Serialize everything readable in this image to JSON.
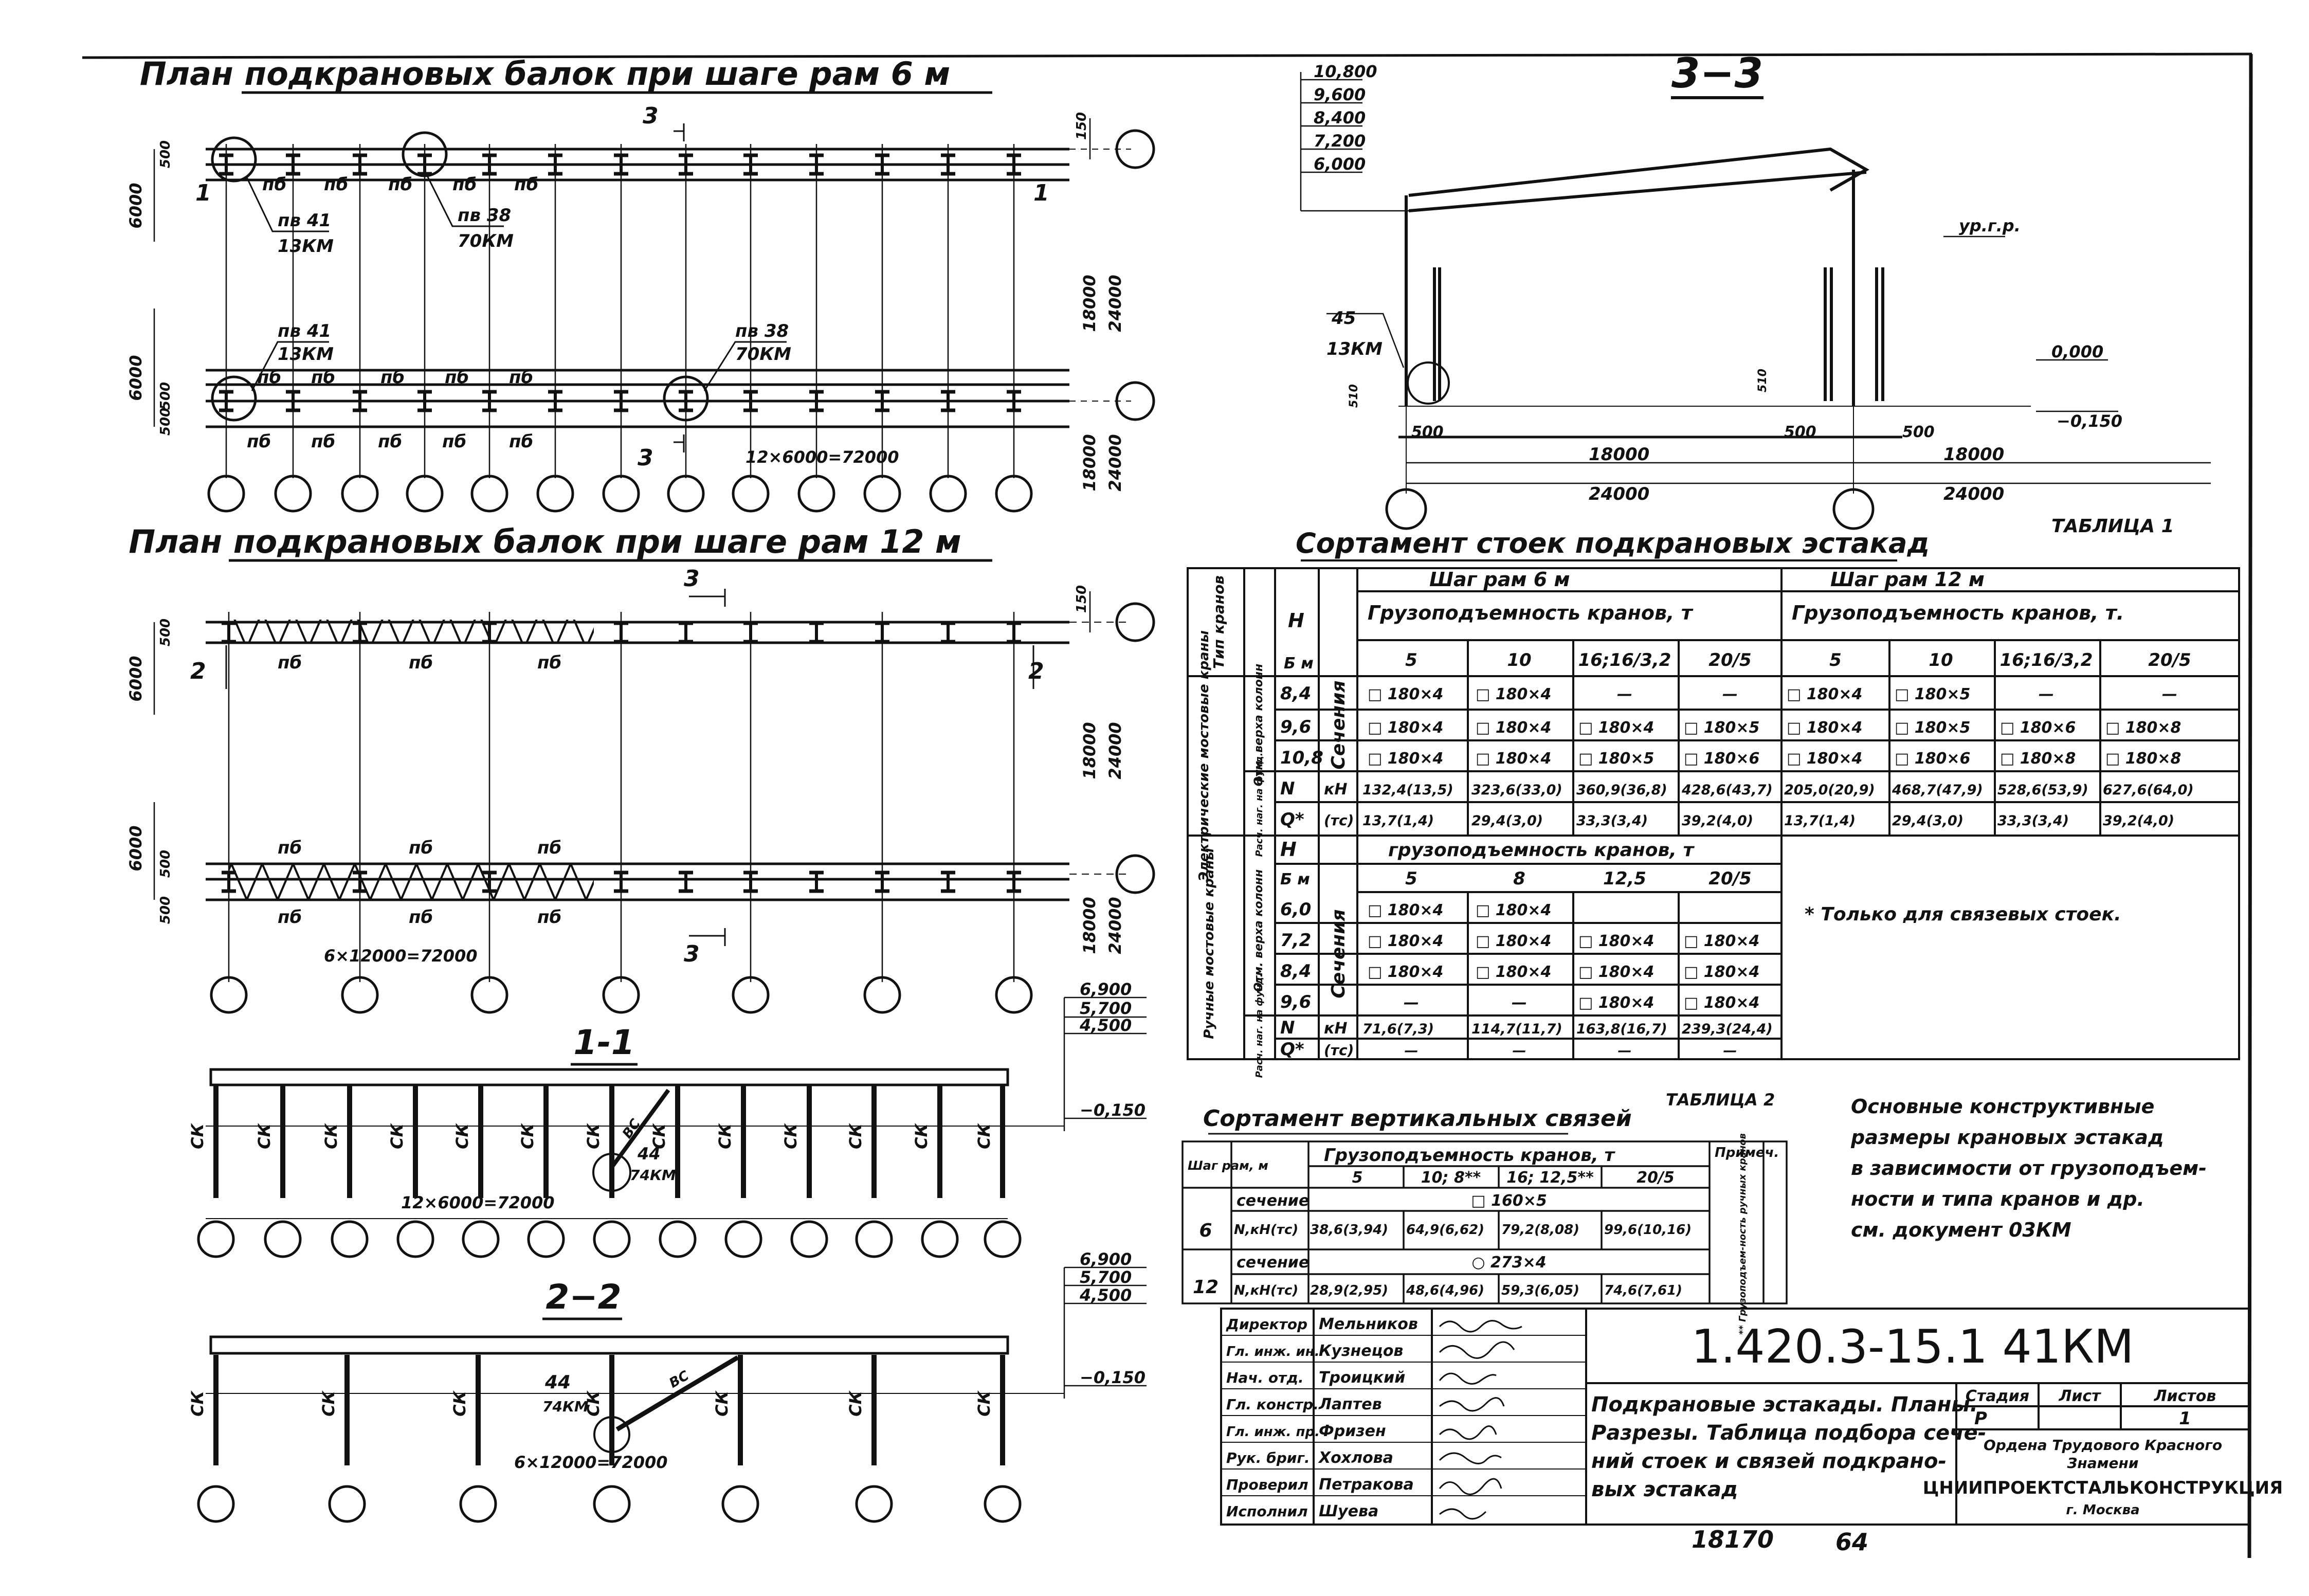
{
  "plan6": {
    "title": "План подкрановых балок при шаге рам 6 м",
    "dims": {
      "d6000a": "6000",
      "d6000b": "6000",
      "d500a": "500",
      "d500b": "500",
      "d500c": "500",
      "d150": "150",
      "d18000a": "18000",
      "d24000a": "24000",
      "d18000b": "18000",
      "d24000b": "24000",
      "span": "12×6000=72000"
    },
    "beam": "пб",
    "callouts": {
      "c1": "пв 41",
      "c1b": "13КМ",
      "c2": "пв 38",
      "c2b": "70КМ",
      "c3": "пв 41",
      "c3b": "13КМ",
      "c4": "пв 38",
      "c4b": "70КМ"
    },
    "sec3": "3",
    "sec1": "1"
  },
  "plan12": {
    "title": "План подкрановых балок при шаге рам 12 м",
    "dims": {
      "d6000a": "6000",
      "d6000b": "6000",
      "d500a": "500",
      "d500b": "500",
      "d500c": "500",
      "d150": "150",
      "d18000": "18000",
      "d24000": "24000",
      "d18000b": "18000",
      "d24000b": "24000",
      "span": "6×12000=72000"
    },
    "beam": "пб",
    "sec3": "3",
    "sec2": "2"
  },
  "sec11": {
    "title": "1-1",
    "col": "СК",
    "brace": "ВС",
    "elev": {
      "e1": "6,900",
      "e2": "5,700",
      "e3": "4,500",
      "e4": "−0,150"
    },
    "callout": "44",
    "calloutb": "74КМ",
    "span": "12×6000=72000"
  },
  "sec22": {
    "title": "2−2",
    "col": "СК",
    "brace": "ВС",
    "elev": {
      "e1": "6,900",
      "e2": "5,700",
      "e3": "4,500",
      "e4": "−0,150"
    },
    "callout": "44",
    "calloutb": "74КМ",
    "span": "6×12000=72000"
  },
  "sec33": {
    "title": "3−3",
    "elev": {
      "e1": "10,800",
      "e2": "9,600",
      "e3": "8,400",
      "e4": "7,200",
      "e5": "6,000",
      "e6": "0,000",
      "e7": "−0,150"
    },
    "rail": "ур.г.р.",
    "callout": "45",
    "calloutb": "13КМ",
    "dims": {
      "d500a": "500",
      "d500b": "500",
      "d500c": "500",
      "d510a": "510",
      "d510b": "510",
      "s18000a": "18000",
      "s24000a": "24000",
      "s18000b": "18000",
      "s24000b": "24000"
    }
  },
  "table1": {
    "caption": "ТАБЛИЦА 1",
    "title": "Сортамент стоек подкрановых эстакад",
    "h_type": "Тип кранов",
    "h_H": "Н",
    "h_Hunit": "Б м",
    "h_step6": "Шаг рам 6 м",
    "h_step12": "Шаг рам 12 м",
    "h_cap": "Грузоподъемность кранов, т",
    "h_cap2": "Грузоподъемность кранов, т.",
    "caps": [
      "5",
      "10",
      "16;16/3,2",
      "20/5",
      "5",
      "10",
      "16;16/3,2",
      "20/5"
    ],
    "g1": "Электрические мостовые краны",
    "g1_sub1": "Отм. верха колонн",
    "g1_sub2": "Расч. наг. на фунд.",
    "sect": "Сечения",
    "rows1": [
      {
        "h": "8,4",
        "c": [
          "□ 180×4",
          "□ 180×4",
          "—",
          "—",
          "□ 180×4",
          "□ 180×5",
          "—",
          "—"
        ]
      },
      {
        "h": "9,6",
        "c": [
          "□ 180×4",
          "□ 180×4",
          "□ 180×4",
          "□ 180×5",
          "□ 180×4",
          "□ 180×5",
          "□ 180×6",
          "□ 180×8"
        ]
      },
      {
        "h": "10,8",
        "c": [
          "□ 180×4",
          "□ 180×4",
          "□ 180×5",
          "□ 180×6",
          "□ 180×4",
          "□ 180×6",
          "□ 180×8",
          "□ 180×8"
        ]
      }
    ],
    "rowN": {
      "l": "N",
      "u": "кН",
      "c": [
        "132,4(13,5)",
        "323,6(33,0)",
        "360,9(36,8)",
        "428,6(43,7)",
        "205,0(20,9)",
        "468,7(47,9)",
        "528,6(53,9)",
        "627,6(64,0)"
      ]
    },
    "rowQ": {
      "l": "Q*",
      "u": "(тс)",
      "c": [
        "13,7(1,4)",
        "29,4(3,0)",
        "33,3(3,4)",
        "39,2(4,0)",
        "13,7(1,4)",
        "29,4(3,0)",
        "33,3(3,4)",
        "39,2(4,0)"
      ]
    },
    "g2": "Ручные мостовые краны",
    "g2_sub1": "Отм. верха колонн",
    "g2_sub2": "Расч. наг. на фунд.",
    "h_cap3": "грузоподъемность кранов, т",
    "caps2": [
      "5",
      "8",
      "12,5",
      "20/5"
    ],
    "rows2": [
      {
        "h": "6,0",
        "c": [
          "□ 180×4",
          "□ 180×4",
          "",
          ""
        ]
      },
      {
        "h": "7,2",
        "c": [
          "□ 180×4",
          "□ 180×4",
          "□ 180×4",
          "□ 180×4"
        ]
      },
      {
        "h": "8,4",
        "c": [
          "□ 180×4",
          "□ 180×4",
          "□ 180×4",
          "□ 180×4"
        ]
      },
      {
        "h": "9,6",
        "c": [
          "—",
          "—",
          "□ 180×4",
          "□ 180×4"
        ]
      }
    ],
    "rowN2": {
      "l": "N",
      "u": "кН",
      "c": [
        "71,6(7,3)",
        "114,7(11,7)",
        "163,8(16,7)",
        "239,3(24,4)"
      ]
    },
    "rowQ2": {
      "l": "Q*",
      "u": "(тс)",
      "c": [
        "—",
        "—",
        "—",
        "—"
      ]
    },
    "note": "* Только для связевых стоек."
  },
  "table2": {
    "caption": "ТАБЛИЦА 2",
    "title": "Сортамент вертикальных связей",
    "h_step": "Шаг рам, м",
    "h_cap": "Грузоподъемность кранов, т",
    "h_note": "Примеч.",
    "caps": [
      "5",
      "10; 8**",
      "16; 12,5**",
      "20/5"
    ],
    "r6": {
      "step": "6",
      "sec_l": "сечение",
      "sec_v": "□ 160×5",
      "n_l": "N,кН(тс)",
      "v": [
        "38,6(3,94)",
        "64,9(6,62)",
        "79,2(8,08)",
        "99,6(10,16)"
      ]
    },
    "r12": {
      "step": "12",
      "sec_l": "сечение",
      "sec_v": "○ 273×4",
      "n_l": "N,кН(тс)",
      "v": [
        "28,9(2,95)",
        "48,6(4,96)",
        "59,3(6,05)",
        "74,6(7,61)"
      ]
    },
    "note": "** Грузоподъем-ность ручных кранов"
  },
  "notes": {
    "l1": "Основные конструктивные",
    "l2": "размеры крановых эстакад",
    "l3": "в зависимости от грузоподъем-",
    "l4": "ности и типа кранов и др.",
    "l5": "см. документ 03КМ"
  },
  "stamp": {
    "roles": [
      {
        "r": "Директор",
        "n": "Мельников"
      },
      {
        "r": "Гл. инж. ин.",
        "n": "Кузнецов"
      },
      {
        "r": "Нач. отд.",
        "n": "Троицкий"
      },
      {
        "r": "Гл. констр.",
        "n": "Лаптев"
      },
      {
        "r": "Гл. инж. пр.",
        "n": "Фризен"
      },
      {
        "r": "Рук. бриг.",
        "n": "Хохлова"
      },
      {
        "r": "Проверил",
        "n": "Петракова"
      },
      {
        "r": "Исполнил",
        "n": "Шуева"
      }
    ],
    "code": "1.420.3-15.1 41КМ",
    "desc1": "Подкрановые эстакады. Планы.",
    "desc2": "Разрезы. Таблица подбора сече-",
    "desc3": "ний стоек и связей подкрано-",
    "desc4": "вых эстакад",
    "h_stage": "Стадия",
    "h_sheet": "Лист",
    "h_sheets": "Листов",
    "stage": "Р",
    "sheets": "1",
    "org1": "Ордена Трудового Красного",
    "org2": "Знамени",
    "org3": "ЦНИИПРОЕКТСТАЛЬКОНСТРУКЦИЯ",
    "org4": "г. Москва"
  },
  "inv": {
    "num": "18170",
    "sheet": "64"
  }
}
